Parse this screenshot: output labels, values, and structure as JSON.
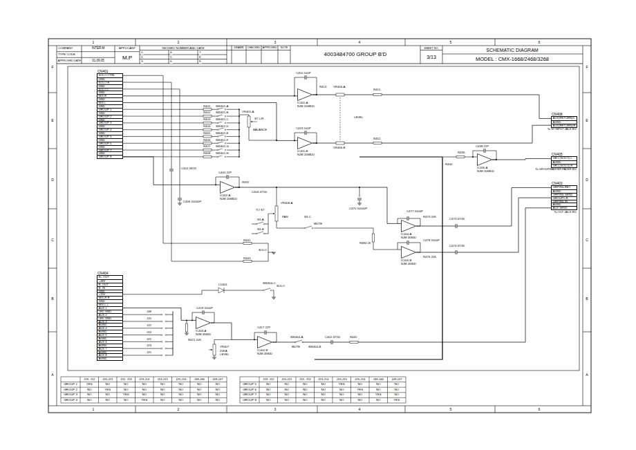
{
  "diagram": {
    "nodes": [
      {
        "text": [
          "CN401",
          "SOLO CTRL",
          "GND",
          "SOLO R",
          "GND",
          "SOLO L",
          "GND",
          "MIX R",
          "GND",
          "MIX L",
          "GND",
          "GROUP 1",
          "GND",
          "GROUP 2",
          "GND",
          "GROUP 3",
          "GND",
          "GROUP 4",
          "GND",
          "GROUP 5",
          "GND",
          "GROUP 6",
          "GND",
          "GROUP 7",
          "GND",
          "GROUP 8"
        ]
      },
      {
        "text": [
          "CN404",
          "B+ OUT",
          "+48V",
          "B- OUT",
          "B- IN",
          "GND",
          "+15V",
          "MIX-R R",
          "GND",
          "MIX-L L",
          "AUX 1",
          "LED GND",
          "AUX 2",
          "LED GND",
          "AUX 3",
          "AGND",
          "AUX 4",
          "AGND",
          "AUX 5",
          "AGND",
          "AUX 6",
          "AGND",
          "AUX 7",
          "AGND",
          "AUX 8",
          "AGND"
        ]
      },
      {
        "text": [
          "CN408",
          "AUX(RETURN)/L",
          "AGND",
          "AUX(RETURN)/R",
          "To ST INPUT JACK B'D"
        ]
      },
      {
        "text": [
          "CN405",
          "GR-L(SOLO)-L",
          "AGND",
          "GR-L(SOLO)-R",
          "To GROUP/MASTER FADER B'D"
        ]
      },
      {
        "text": [
          "CN403",
          "GRPINS-RET",
          "AGND",
          "GRPINS-SEND",
          "GROUP1-R",
          "GRPINS-IN",
          "AGND",
          "AUX SEND",
          "To OUT JACK B'D"
        ]
      },
      {
        "text": [
          "IC401-A",
          "NJM 2068DD"
        ]
      },
      {
        "text": [
          "IC401-B",
          "NJM 2068DD"
        ]
      },
      {
        "text": [
          "IC406-A",
          "NJM 2068DD"
        ]
      },
      {
        "text": [
          "IC402-A",
          "NJM 2068DD"
        ]
      },
      {
        "text": [
          "IC404-A",
          "NJM 4580D"
        ]
      },
      {
        "text": [
          "IC404-B",
          "NJM 4580D"
        ]
      },
      {
        "text": [
          "IC403-A",
          "NJM 4580D"
        ]
      },
      {
        "text": [
          "IC402-B",
          "NJM 4580D"
        ]
      }
    ],
    "edges": [
      {
        "from": 0,
        "to": 5,
        "arrow": "none"
      },
      {
        "from": 0,
        "to": 6,
        "arrow": "none"
      },
      {
        "from": 5,
        "to": 2,
        "arrow": "none"
      },
      {
        "from": 6,
        "to": 2,
        "arrow": "none"
      },
      {
        "from": 7,
        "to": 3,
        "arrow": "none"
      },
      {
        "from": 8,
        "to": 9,
        "arrow": "none"
      },
      {
        "from": 9,
        "to": 4,
        "arrow": "none"
      },
      {
        "from": 10,
        "to": 4,
        "arrow": "none"
      },
      {
        "from": 1,
        "to": 11,
        "arrow": "none"
      },
      {
        "from": 11,
        "to": 12,
        "arrow": "none"
      },
      {
        "from": 12,
        "to": 4,
        "arrow": "none"
      },
      {
        "from": 0,
        "to": 8,
        "arrow": "none"
      }
    ],
    "labels": [
      "1",
      "2",
      "3",
      "4",
      "5",
      "6",
      "1",
      "2",
      "3",
      "4",
      "5",
      "6",
      "F",
      "E",
      "D",
      "C",
      "B",
      "A",
      "F",
      "E",
      "D",
      "C",
      "B",
      "A",
      "COMPANY",
      "INTER:M",
      "TYPE CODE",
      "M.P",
      "APPROVED DATE",
      "01.09.05",
      "APPLICANT",
      "REVISED NUMBER AND DATE",
      "1.",
      "4.",
      "7.",
      "2.",
      "5.",
      "8.",
      "3.",
      "6.",
      "9.",
      "DRAWN",
      "CHECKED",
      "APPROVED",
      "NOTE",
      "4003484700 GROUP B'D",
      "SHEET NO.",
      "3/13",
      "SCHEMATIC DIAGRAM",
      "MODEL : CMX-1668/2468/3268",
      "J19, J12",
      "J20,J21",
      "J22, J13",
      "J23,J14",
      "J24,J15",
      "J25,J16",
      "J48,J46",
      "J49,J47",
      "GROUP 1",
      "YES",
      "NO",
      "NO",
      "NO",
      "NO",
      "NO",
      "NO",
      "NO",
      "GROUP 2",
      "NO",
      "YES",
      "NO",
      "NO",
      "NO",
      "NO",
      "NO",
      "NO",
      "GROUP 3",
      "NO",
      "NO",
      "YES",
      "NO",
      "NO",
      "NO",
      "NO",
      "NO",
      "GROUP 4",
      "NO",
      "NO",
      "NO",
      "YES",
      "NO",
      "NO",
      "NO",
      "NO",
      "J19, J12",
      "J20,J21",
      "J22, J13",
      "J23,J14",
      "J24,J15",
      "J25,J16",
      "J48,J46",
      "J49,J47",
      "GROUP 5",
      "NO",
      "NO",
      "NO",
      "NO",
      "YES",
      "NO",
      "NO",
      "NO",
      "GROUP 6",
      "NO",
      "NO",
      "NO",
      "NO",
      "NO",
      "YES",
      "NO",
      "NO",
      "GROUP 7",
      "NO",
      "NO",
      "NO",
      "NO",
      "NO",
      "NO",
      "YES",
      "NO",
      "GROUP 8",
      "NO",
      "NO",
      "NO",
      "NO",
      "NO",
      "NO",
      "NO",
      "YES",
      "R401",
      "R402",
      "R403",
      "R404",
      "R405",
      "R406",
      "R407",
      "R408",
      "SW401-A",
      "SW401-B",
      "SW401-C",
      "SW401-D",
      "SW401-E",
      "SW401-F",
      "SW401-G",
      "SW401-H",
      "VR405-A",
      "ST L/R",
      "BALANCE",
      "C450 100P",
      "R413",
      "VR406-A",
      "LEVEL",
      "VR406-B",
      "R451",
      "R452",
      "C423 100P",
      "C438 22P",
      "R436",
      "R440",
      "C405 22P",
      "R432",
      "C404 47/50",
      "C401 33/25",
      "C406 10000P",
      "VR408-A",
      "PAN",
      "TO ST",
      "S3-A",
      "S3-B",
      "S3-C",
      "MUTE",
      "SOLO",
      "R441",
      "R443",
      "C470 10000P",
      "C477 1000P",
      "C478 1000P",
      "R473 20K",
      "R476 20K",
      "C473 47/35",
      "C474 47/35",
      "R484 1K",
      "J48",
      "J20",
      "J22",
      "J24",
      "J21",
      "J23",
      "J25",
      "C418 1000P",
      "R421 10K",
      "VR407",
      "20KA",
      "LEVEL",
      "C417 22P",
      "SW404-A",
      "MUTE",
      "SW404-B",
      "C402 47/50",
      "R445",
      "SOLO",
      "SW404-C",
      "LD401"
    ]
  }
}
